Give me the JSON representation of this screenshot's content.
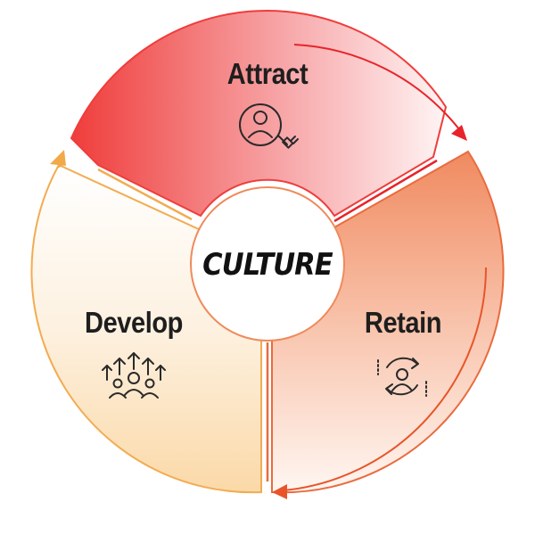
{
  "center": {
    "label": "CULTURE"
  },
  "segments": [
    {
      "label": "Attract",
      "icon": "person-with-plug-icon"
    },
    {
      "label": "Retain",
      "icon": "person-with-cycle-arrows-icon"
    },
    {
      "label": "Develop",
      "icon": "people-with-up-arrows-icon"
    }
  ],
  "colors": {
    "attract": "#ef3d3b",
    "retain": "#ef8a5a",
    "develop": "#f5b85a",
    "arrow_attract": "#e8232a",
    "arrow_retain": "#e8552a",
    "arrow_develop": "#f2a94a",
    "icon": "#2a2a2a"
  }
}
